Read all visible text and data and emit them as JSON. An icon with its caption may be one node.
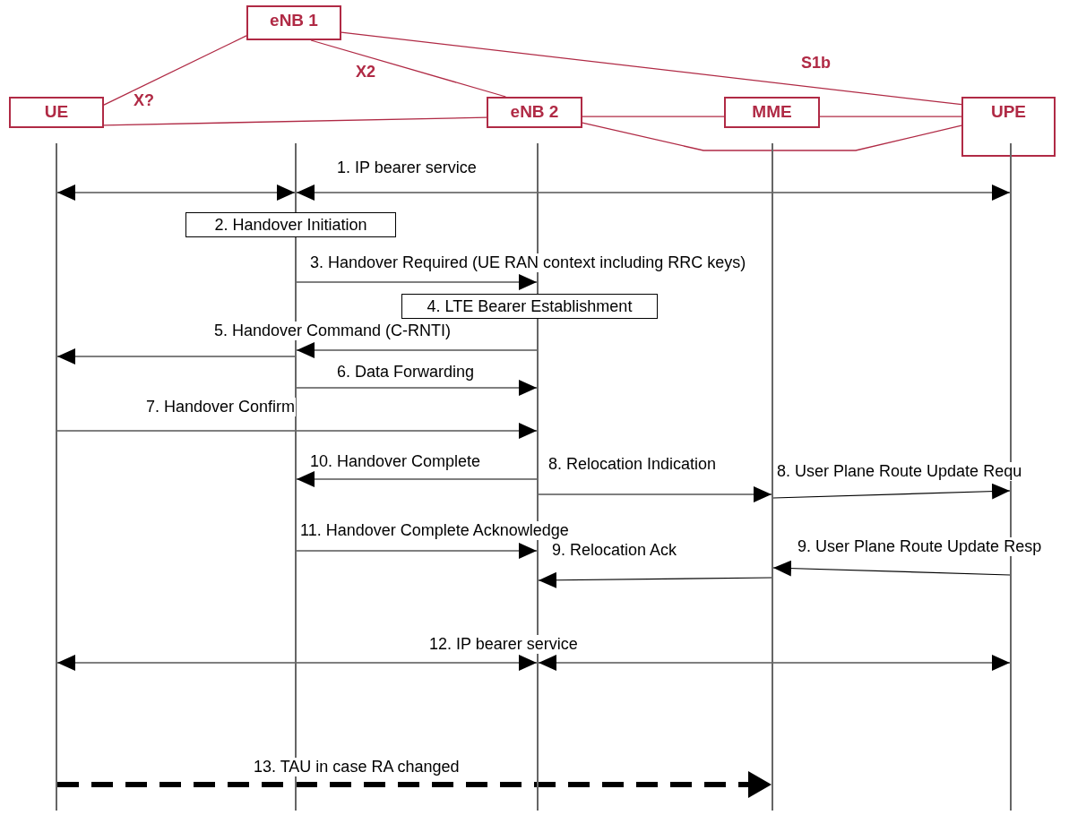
{
  "diagram": {
    "nodes": [
      {
        "text": [
          "eNB 1"
        ]
      },
      {
        "text": [
          "UE"
        ]
      },
      {
        "text": [
          "eNB 2"
        ]
      },
      {
        "text": [
          "MME"
        ]
      },
      {
        "text": [
          "UPE"
        ]
      },
      {
        "text": [],
        "shape": "bar"
      },
      {
        "text": [],
        "shape": "bar"
      },
      {
        "text": [],
        "shape": "bar"
      },
      {
        "text": [],
        "shape": "bar"
      },
      {
        "text": [],
        "shape": "bar"
      },
      {
        "text": [
          "2. Handover Initiation"
        ]
      },
      {
        "text": [
          "4. LTE Bearer Establishment"
        ]
      }
    ],
    "edges": [
      {
        "from": 0,
        "to": 1,
        "arrow": "none",
        "label": "X?",
        "color": "#b02a45"
      },
      {
        "from": 0,
        "to": 2,
        "arrow": "none",
        "label": "X2",
        "color": "#b02a45"
      },
      {
        "from": 0,
        "to": 4,
        "arrow": "none",
        "label": "S1b",
        "color": "#b02a45"
      },
      {
        "from": 1,
        "to": 2,
        "arrow": "none",
        "color": "#b02a45"
      },
      {
        "from": 2,
        "to": 3,
        "arrow": "none",
        "color": "#b02a45"
      },
      {
        "from": 3,
        "to": 4,
        "arrow": "none",
        "color": "#b02a45"
      },
      {
        "from": 2,
        "to": 4,
        "arrow": "none",
        "color": "#b02a45"
      },
      {
        "from": 5,
        "to": 6,
        "arrow": "both"
      },
      {
        "from": 6,
        "to": 9,
        "arrow": "both",
        "label": "1. IP bearer service"
      },
      {
        "from": 6,
        "to": 7,
        "arrow": "to",
        "label": "3. Handover Required (UE RAN context including RRC keys)"
      },
      {
        "from": 7,
        "to": 6,
        "arrow": "to",
        "label": "5. Handover Command (C-RNTI)"
      },
      {
        "from": 6,
        "to": 5,
        "arrow": "to"
      },
      {
        "from": 6,
        "to": 7,
        "arrow": "to",
        "label": "6. Data Forwarding"
      },
      {
        "from": 5,
        "to": 7,
        "arrow": "to",
        "label": "7. Handover Confirm"
      },
      {
        "from": 7,
        "to": 6,
        "arrow": "to",
        "label": "10. Handover Complete"
      },
      {
        "from": 7,
        "to": 8,
        "arrow": "to",
        "label": "8. Relocation Indication"
      },
      {
        "from": 8,
        "to": 9,
        "arrow": "to",
        "label": "8. User Plane Route Update Requ"
      },
      {
        "from": 6,
        "to": 7,
        "arrow": "to",
        "label": "11. Handover Complete Acknowledge"
      },
      {
        "from": 8,
        "to": 7,
        "arrow": "to",
        "label": "9. Relocation Ack"
      },
      {
        "from": 9,
        "to": 8,
        "arrow": "to",
        "label": "9. User Plane Route Update Resp"
      },
      {
        "from": 5,
        "to": 7,
        "arrow": "both",
        "label": "12. IP bearer service"
      },
      {
        "from": 7,
        "to": 9,
        "arrow": "both"
      },
      {
        "from": 5,
        "to": 8,
        "arrow": "to",
        "label": "13. TAU in case RA changed",
        "style": "dashed"
      }
    ]
  }
}
